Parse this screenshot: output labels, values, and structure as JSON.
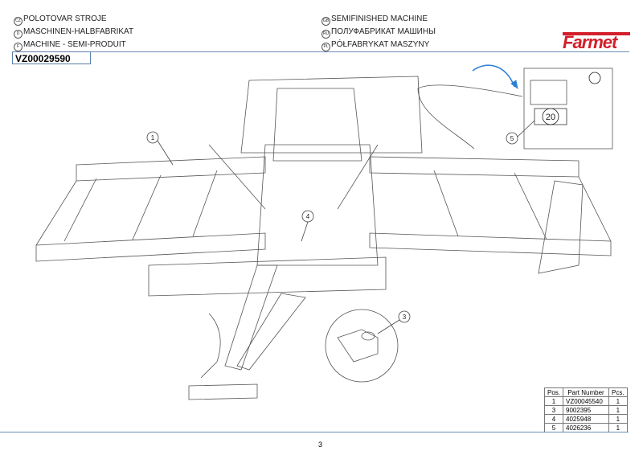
{
  "titles": {
    "cz": {
      "code": "CZ",
      "text": "POLOTOVAR STROJE"
    },
    "d": {
      "code": "D",
      "text": "MASCHINEN-HALBFABRIKAT"
    },
    "f": {
      "code": "F",
      "text": "MACHINE - SEMI-PRODUIT"
    },
    "gb": {
      "code": "GB",
      "text": "SEMIFINISHED MACHINE"
    },
    "ru": {
      "code": "RU",
      "text": "ПОЛУФАБРИКАТ МАШИНЫ"
    },
    "pl": {
      "code": "PL",
      "text": "PÓŁFABRYKAT MASZYNY"
    }
  },
  "drawing_number": "VZ00029590",
  "logo": "Farmet",
  "callouts": [
    "1",
    "4",
    "3",
    "5"
  ],
  "inset_label": "20",
  "parts_table": {
    "headers": [
      "Pos.",
      "Part Number",
      "Pcs."
    ],
    "rows": [
      [
        "1",
        "VZ00045540",
        "1"
      ],
      [
        "3",
        "9002395",
        "1"
      ],
      [
        "4",
        "4025948",
        "1"
      ],
      [
        "5",
        "4026236",
        "1"
      ]
    ]
  },
  "page_number": "3",
  "colors": {
    "brand": "#d21f2b",
    "rule": "#6a8fb5",
    "arrow": "#2a7fd4"
  }
}
